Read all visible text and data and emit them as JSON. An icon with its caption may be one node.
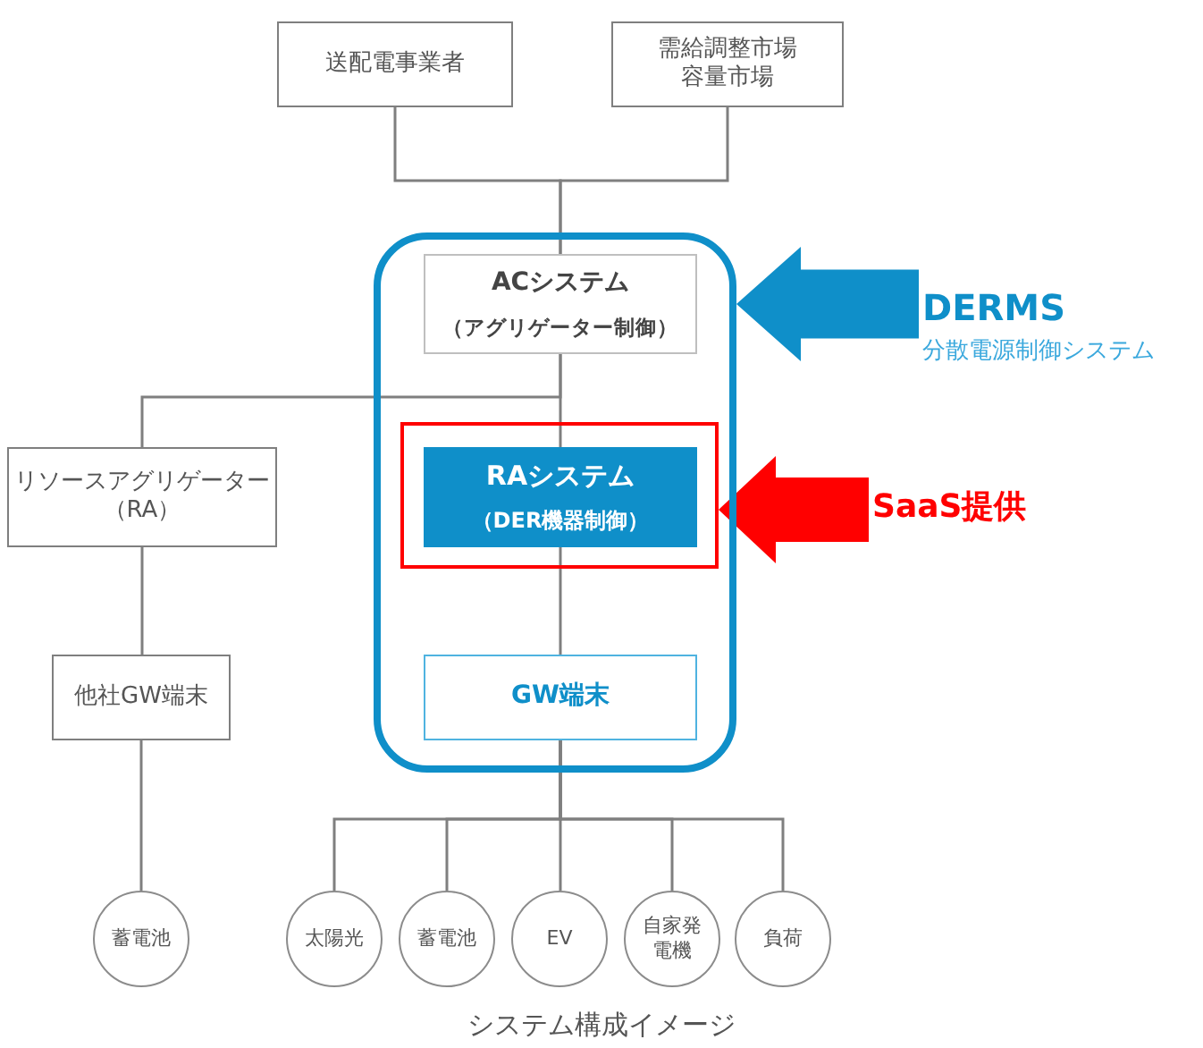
{
  "diagram": {
    "caption": "システム構成イメージ",
    "nodes": [
      {
        "text": [
          "送配電事業者"
        ]
      },
      {
        "text": [
          "需給調整市場容量市場"
        ]
      },
      {
        "text": [],
        "shape": "box"
      },
      {
        "text": [
          "ACシステム",
          "（アグリゲーター制御）"
        ],
        "in": 2
      },
      {
        "text": [],
        "shape": "box",
        "in": 2
      },
      {
        "text": [
          "RAシステム",
          "（DER機器制御）"
        ],
        "in": 4
      },
      {
        "text": [
          "GW端末"
        ],
        "in": 2
      },
      {
        "text": [
          "リソースアグリゲーター（RA）"
        ]
      },
      {
        "text": [
          "他社GW端末"
        ]
      },
      {
        "text": [
          "蓄電池"
        ]
      },
      {
        "text": [
          "太陽光"
        ]
      },
      {
        "text": [
          "蓄電池"
        ]
      },
      {
        "text": [
          "EV"
        ]
      },
      {
        "text": [
          "自家発電機"
        ]
      },
      {
        "text": [
          "負荷"
        ]
      },
      {
        "text": [
          "DERMS",
          "分散電源制御システム"
        ]
      },
      {
        "text": [
          "SaaS提供"
        ]
      }
    ],
    "edges": [
      {
        "from": 0,
        "to": 3,
        "arrow": "none"
      },
      {
        "from": 1,
        "to": 3,
        "arrow": "none"
      },
      {
        "from": 3,
        "to": 7,
        "arrow": "none"
      },
      {
        "from": 3,
        "to": 5,
        "arrow": "none"
      },
      {
        "from": 5,
        "to": 6,
        "arrow": "none"
      },
      {
        "from": 7,
        "to": 8,
        "arrow": "none"
      },
      {
        "from": 8,
        "to": 9,
        "arrow": "none"
      },
      {
        "from": 6,
        "to": 10,
        "arrow": "none"
      },
      {
        "from": 6,
        "to": 11,
        "arrow": "none"
      },
      {
        "from": 6,
        "to": 12,
        "arrow": "none"
      },
      {
        "from": 6,
        "to": 13,
        "arrow": "none"
      },
      {
        "from": 6,
        "to": 14,
        "arrow": "none"
      },
      {
        "from": 15,
        "to": 2,
        "arrow": "to",
        "style": "thick",
        "color": "#0f8fc9"
      },
      {
        "from": 16,
        "to": 4,
        "arrow": "to",
        "style": "thick",
        "color": "#ff0000"
      }
    ]
  }
}
